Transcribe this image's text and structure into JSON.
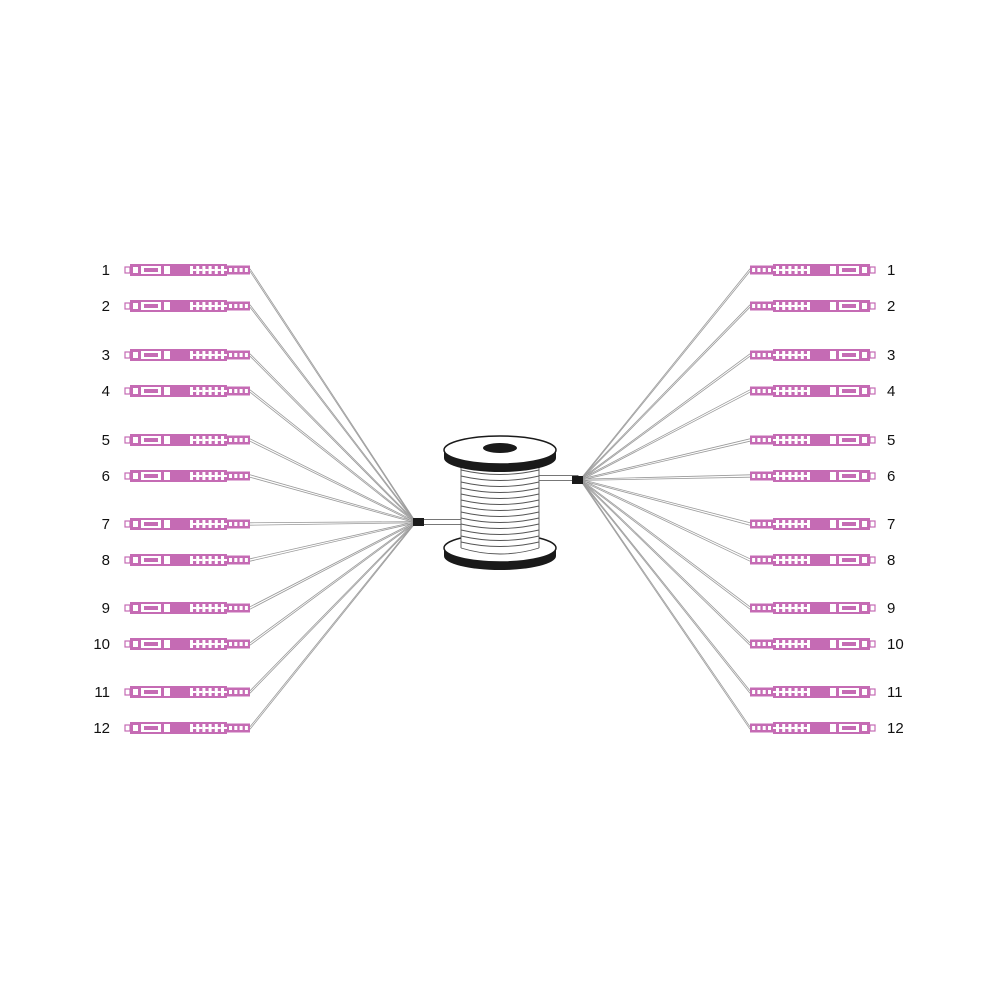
{
  "colors": {
    "connector": "#c56bb4",
    "connector_light": "#ffffff",
    "fiber": "#9a9a9a",
    "spool_dark": "#1a1a1a",
    "spool_line": "#555555",
    "label": "#111111"
  },
  "left": {
    "labels": [
      "1",
      "2",
      "3",
      "4",
      "5",
      "6",
      "7",
      "8",
      "9",
      "10",
      "11",
      "12"
    ],
    "icon": "lc-connector-icon"
  },
  "right": {
    "labels": [
      "1",
      "2",
      "3",
      "4",
      "5",
      "6",
      "7",
      "8",
      "9",
      "10",
      "11",
      "12"
    ],
    "icon": "lc-connector-icon"
  },
  "center": {
    "icon": "cable-spool-icon",
    "breakout_icon": "breakout-boot-icon"
  }
}
